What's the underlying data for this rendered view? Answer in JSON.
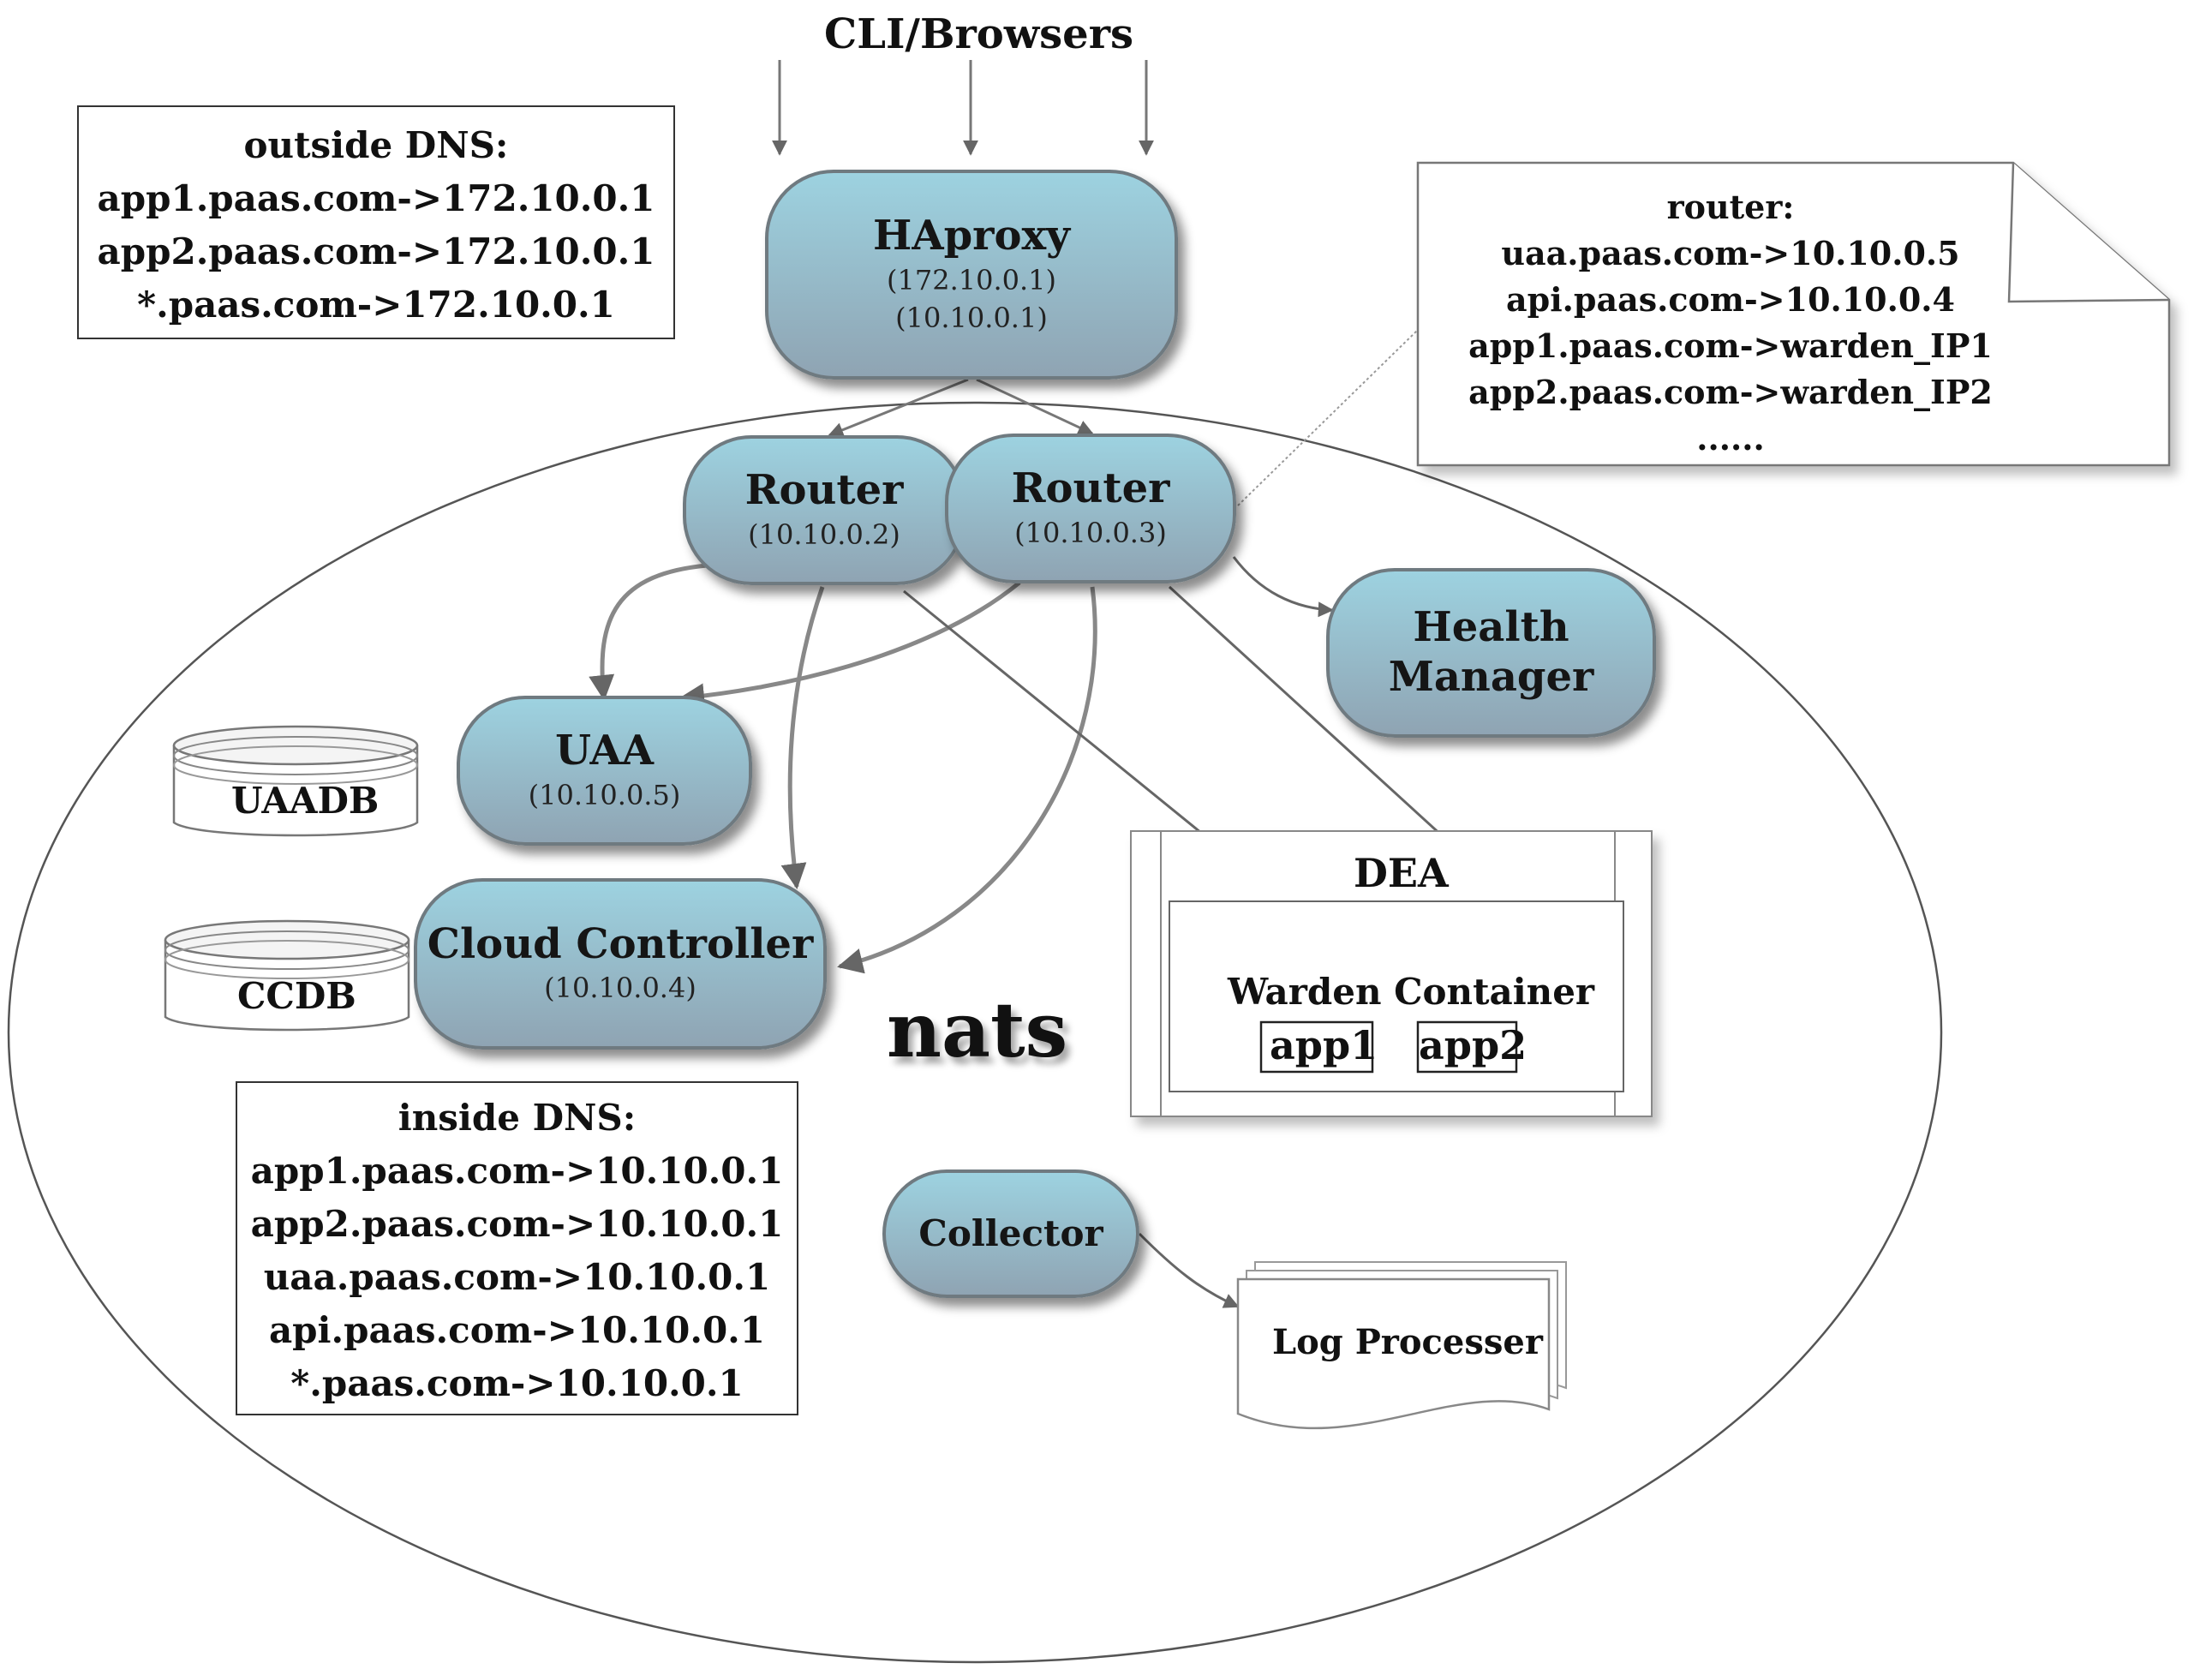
{
  "clients_label": "CLI/Browsers",
  "nats_label": "nats",
  "outside_dns": {
    "title": "outside DNS:",
    "entries": [
      "app1.paas.com->172.10.0.1",
      "app2.paas.com->172.10.0.1",
      "*.paas.com->172.10.0.1"
    ]
  },
  "router_note": {
    "title": "router:",
    "entries": [
      "uaa.paas.com->10.10.0.5",
      "api.paas.com->10.10.0.4",
      "app1.paas.com->warden_IP1",
      "app2.paas.com->warden_IP2",
      "......"
    ]
  },
  "inside_dns": {
    "title": "inside DNS:",
    "entries": [
      "app1.paas.com->10.10.0.1",
      "app2.paas.com->10.10.0.1",
      "uaa.paas.com->10.10.0.1",
      "api.paas.com->10.10.0.1",
      "*.paas.com->10.10.0.1"
    ]
  },
  "haproxy": {
    "name": "HAproxy",
    "ip1": "(172.10.0.1)",
    "ip2": "(10.10.0.1)"
  },
  "router1": {
    "name": "Router",
    "ip": "(10.10.0.2)"
  },
  "router2": {
    "name": "Router",
    "ip": "(10.10.0.3)"
  },
  "health_manager": {
    "name_line1": "Health",
    "name_line2": "Manager"
  },
  "uaa": {
    "name": "UAA",
    "ip": "(10.10.0.5)"
  },
  "cloud_controller": {
    "name": "Cloud Controller",
    "ip": "(10.10.0.4)"
  },
  "uaadb": "UAADB",
  "ccdb": "CCDB",
  "dea": {
    "title": "DEA",
    "container": "Warden Container",
    "app1": "app1",
    "app2": "app2"
  },
  "collector": "Collector",
  "log_processer": "Log Processer",
  "colors": {
    "node_top": "#9dd2e0",
    "node_bottom": "#8fa4b3",
    "stroke": "#555555"
  }
}
